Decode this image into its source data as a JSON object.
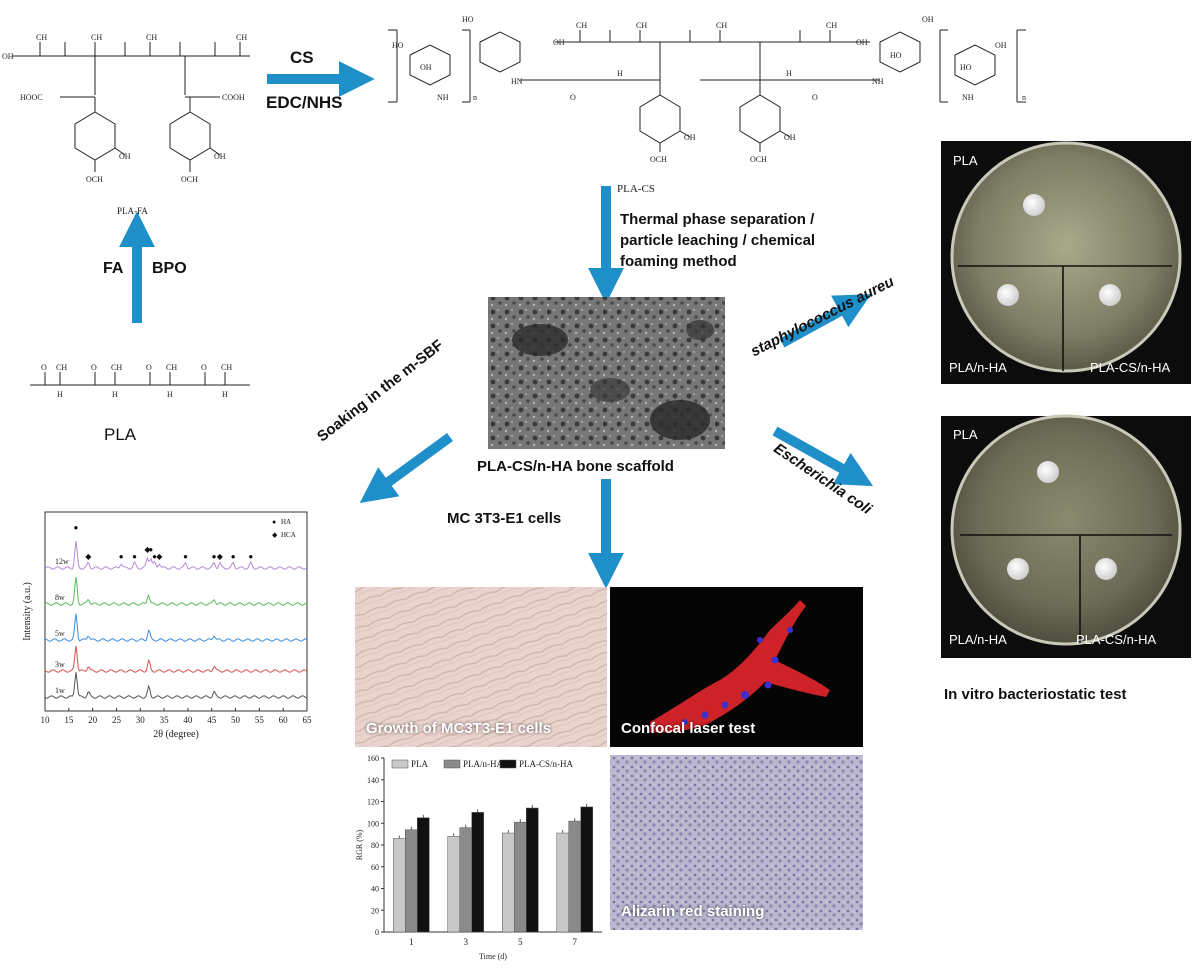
{
  "colors": {
    "arrow": "#1f8fc9",
    "plate_bg": "#0c0c0c",
    "hyphae_red": "#d8242a",
    "nuclei_blue": "#3a2fd0",
    "bar_light": "#c8c8c8",
    "bar_mid": "#8a8a8a",
    "bar_dark": "#111111",
    "xrd_12w": "#b58ad8",
    "xrd_8w": "#5cb85c",
    "xrd_5w": "#3c8dd8",
    "xrd_3w": "#d9534f",
    "xrd_1w": "#555555"
  },
  "chem": {
    "reagent_cs": "CS",
    "reagent_edc": "EDC/NHS",
    "pla_fa_label": "PLA-FA",
    "fa": "FA",
    "bpo": "BPO",
    "pla_label": "PLA",
    "pla_cs_label": "PLA-CS",
    "sub_n": "n",
    "groups": {
      "cooh": "COOH",
      "hooc": "HOOC",
      "oh": "OH",
      "och3": "OCH",
      "nh2": "NH",
      "ho": "HO",
      "hn": "HN",
      "nh": "NH",
      "ch3": "CH",
      "h2": "H",
      "o": "O",
      "c": "C",
      "h": "H"
    }
  },
  "process": {
    "method": [
      "Thermal phase separation /",
      "particle leaching / chemical",
      "foaming method"
    ],
    "scaffold_label": "PLA-CS/n-HA bone scaffold",
    "soaking": "Soaking in the m-SBF",
    "cells": "MC 3T3-E1 cells",
    "staph": "staphylococcus aureu",
    "ecoli": "Escherichia coli"
  },
  "bacteriostatic": {
    "plates": [
      {
        "tl": "PLA",
        "bl": "PLA/n-HA",
        "br": "PLA-CS/n-HA"
      },
      {
        "tl": "PLA",
        "bl": "PLA/n-HA",
        "br": "PLA-CS/n-HA"
      }
    ],
    "caption": "In vitro bacteriostatic test"
  },
  "cell_images": {
    "growth": "Growth of MC3T3-E1 cells",
    "confocal": "Confocal laser test",
    "alizarin": "Alizarin red staining"
  },
  "chart_data": [
    {
      "type": "line",
      "title": "",
      "xlabel": "2θ (degree)",
      "ylabel": "Intensity (a.u.)",
      "xlim": [
        10,
        65
      ],
      "x_ticks": [
        10,
        15,
        20,
        25,
        30,
        35,
        40,
        45,
        50,
        55,
        60,
        65
      ],
      "series": [
        {
          "name": "12w",
          "peaks": [
            16.5,
            19.1,
            26,
            28.8,
            31.5,
            32.2,
            33,
            34,
            39.5,
            45.5,
            46.7,
            49.5,
            53.2
          ]
        },
        {
          "name": "8w",
          "peaks": [
            16.5,
            19.1,
            31.7,
            45.5
          ]
        },
        {
          "name": "5w",
          "peaks": [
            16.5,
            19.1,
            31.8,
            45.5
          ]
        },
        {
          "name": "3w",
          "peaks": [
            16.5,
            19.1,
            31.8,
            45.5
          ]
        },
        {
          "name": "1w",
          "peaks": [
            16.5,
            19.1,
            31.8,
            45.5
          ]
        }
      ],
      "legend": [
        {
          "marker": "●",
          "label": "HA"
        },
        {
          "marker": "◆",
          "label": "HCA"
        }
      ],
      "legend_position": "top-right"
    },
    {
      "type": "bar",
      "title": "",
      "xlabel": "Time (d)",
      "ylabel": "RGR (%)",
      "ylim": [
        0,
        160
      ],
      "y_ticks": [
        0,
        20,
        40,
        60,
        80,
        100,
        120,
        140,
        160
      ],
      "categories": [
        "1",
        "3",
        "5",
        "7"
      ],
      "series": [
        {
          "name": "PLA",
          "values": [
            86,
            88,
            91,
            91
          ]
        },
        {
          "name": "PLA/n-HA",
          "values": [
            94,
            96,
            101,
            102
          ]
        },
        {
          "name": "PLA-CS/n-HA",
          "values": [
            105,
            110,
            114,
            115
          ]
        }
      ],
      "legend_position": "top"
    }
  ]
}
